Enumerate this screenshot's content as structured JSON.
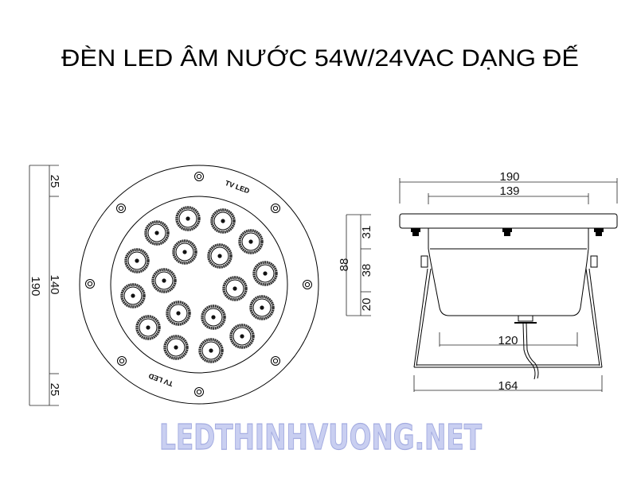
{
  "title": "ĐÈN LED ÂM NƯỚC 54W/24VAC DẠNG ĐẾ",
  "front_view": {
    "brand_top": "TV LED",
    "brand_bottom": "TV LED",
    "dims": {
      "overall": "190",
      "inner": "140",
      "rim_top": "25",
      "rim_bottom": "25"
    },
    "led_count": 18
  },
  "side_view": {
    "dims": {
      "flange": "190",
      "body_top": "139",
      "base_inner": "120",
      "base_outer": "164",
      "height_total": "88",
      "h1": "31",
      "h2": "38",
      "h3": "20"
    }
  },
  "watermark": "LEDTHINHVUONG.NET",
  "colors": {
    "line": "#000000",
    "watermark": "#c4caf0"
  }
}
